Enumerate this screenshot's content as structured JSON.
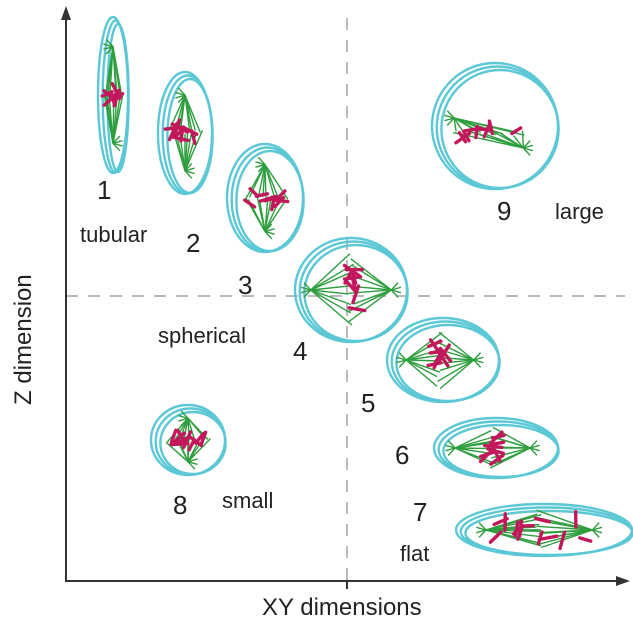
{
  "axes": {
    "x_title": "XY dimensions",
    "y_title": "Z dimension"
  },
  "cells": [
    {
      "number": "1",
      "descriptor": "tubular"
    },
    {
      "number": "2",
      "descriptor": ""
    },
    {
      "number": "3",
      "descriptor": ""
    },
    {
      "number": "4",
      "descriptor": "spherical"
    },
    {
      "number": "5",
      "descriptor": ""
    },
    {
      "number": "6",
      "descriptor": ""
    },
    {
      "number": "7",
      "descriptor": "flat"
    },
    {
      "number": "8",
      "descriptor": "small"
    },
    {
      "number": "9",
      "descriptor": "large"
    }
  ],
  "colors": {
    "membrane": "#5cc8d6",
    "chromosomes": "#c2185b",
    "spindle": "#2e9e3e",
    "axis": "#333333",
    "divider": "#bbbbbb"
  }
}
